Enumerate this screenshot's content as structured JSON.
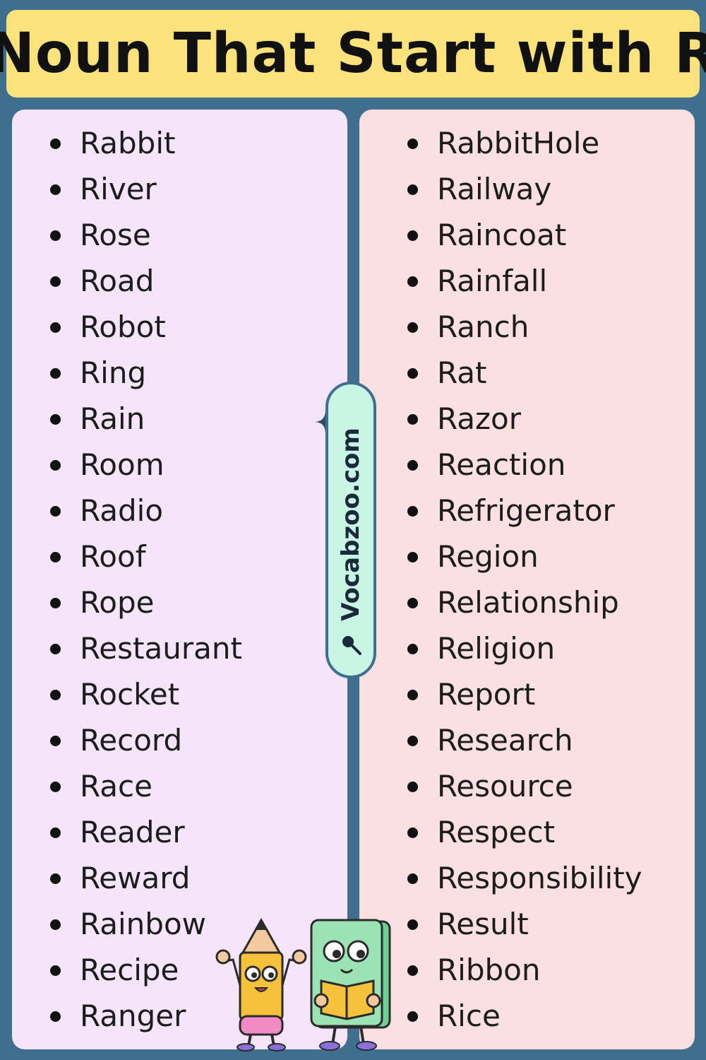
{
  "title": "Noun That Start with R",
  "watermark": {
    "site": "Vocabzoo.com",
    "icon": "magnifier-icon"
  },
  "colors": {
    "background": "#3f6e8f",
    "title_bar": "#fbe27a",
    "left_panel": "#f5e5fb",
    "right_panel": "#fbe0e2",
    "watermark_pill": "#c8f5e4"
  },
  "left_column": [
    "Rabbit",
    "River",
    "Rose",
    "Road",
    "Robot",
    "Ring",
    "Rain",
    "Room",
    "Radio",
    "Roof",
    "Rope",
    "Restaurant",
    "Rocket",
    "Record",
    "Race",
    "Reader",
    "Reward",
    "Rainbow",
    "Recipe",
    "Ranger"
  ],
  "right_column": [
    "RabbitHole",
    "Railway",
    "Raincoat",
    "Rainfall",
    "Ranch",
    "Rat",
    "Razor",
    "Reaction",
    "Refrigerator",
    "Region",
    "Relationship",
    "Religion",
    "Report",
    "Research",
    "Resource",
    "Respect",
    "Responsibility",
    "Result",
    "Ribbon",
    "Rice"
  ],
  "decorations": [
    "pencil-mascot",
    "book-mascot",
    "sparkle-icon"
  ]
}
